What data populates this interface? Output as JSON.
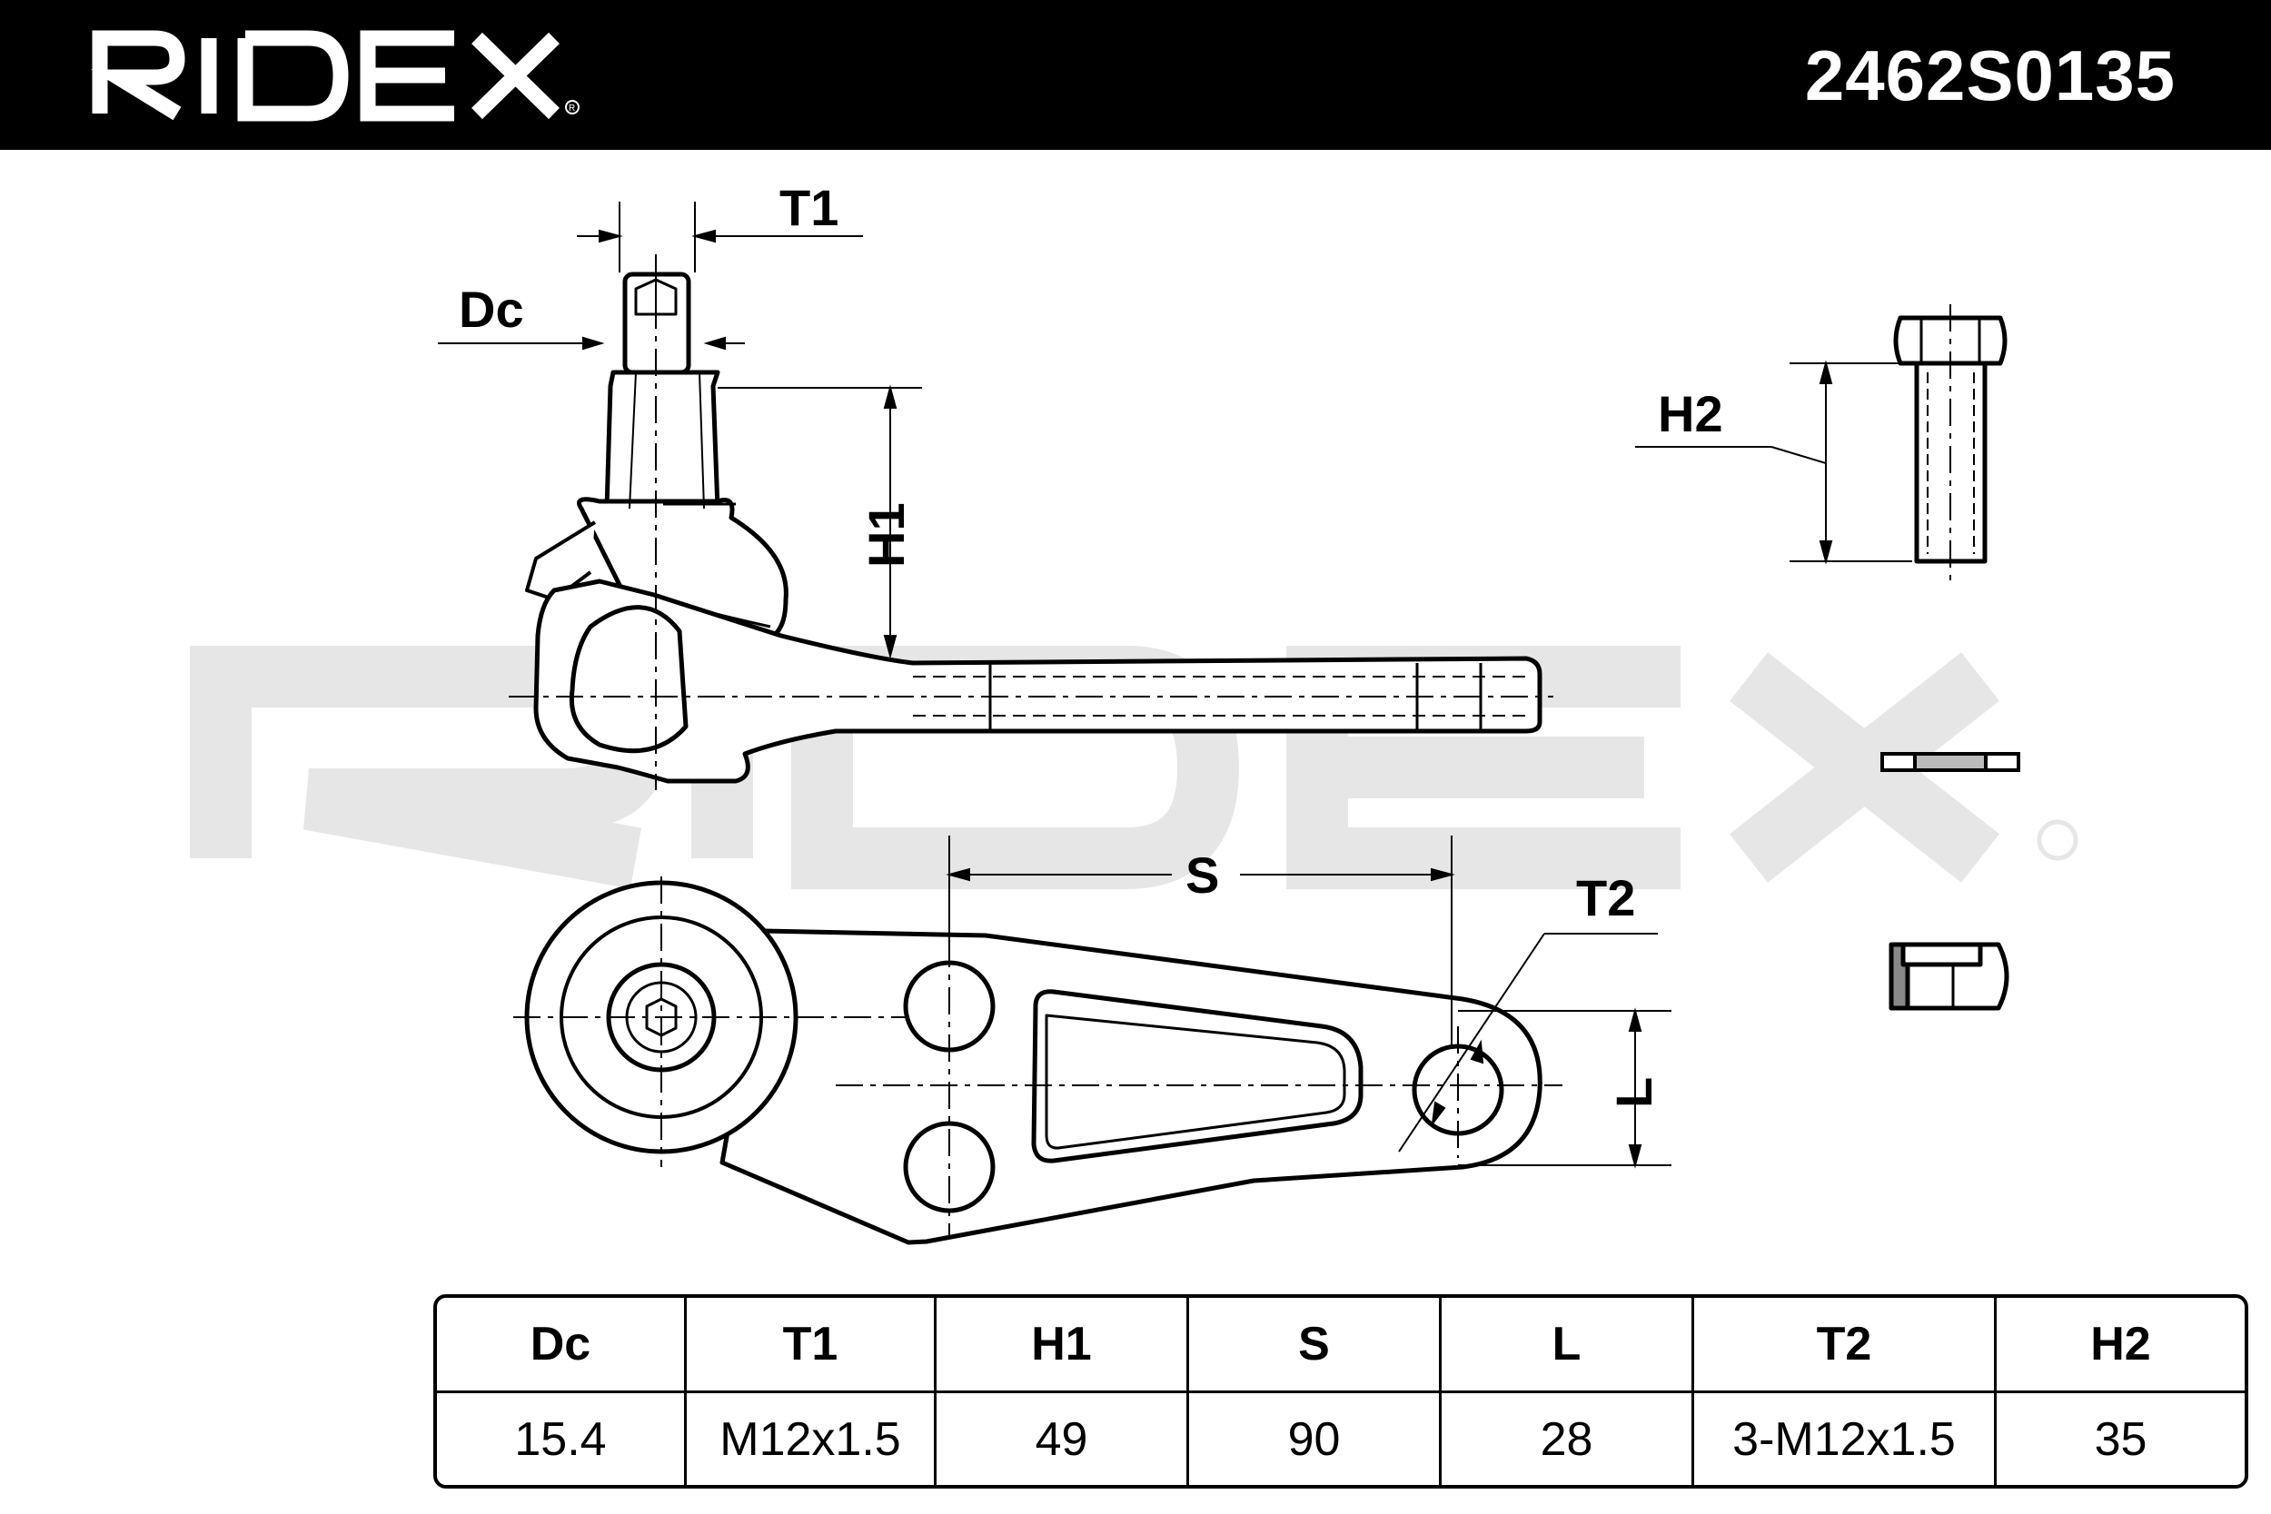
{
  "header": {
    "brand": "RIDEX",
    "part_number": "2462S0135",
    "background_color": "#000000",
    "text_color": "#ffffff"
  },
  "watermark": {
    "text": "RIDEX",
    "color": "#e6e6e6"
  },
  "diagram_labels": {
    "t1": "T1",
    "dc": "Dc",
    "h1": "H1",
    "h2": "H2",
    "s": "S",
    "t2": "T2",
    "l": "L"
  },
  "spec_table": {
    "headers": [
      "Dc",
      "T1",
      "H1",
      "S",
      "L",
      "T2",
      "H2"
    ],
    "values": [
      "15.4",
      "M12x1.5",
      "49",
      "90",
      "28",
      "3-M12x1.5",
      "35"
    ]
  }
}
